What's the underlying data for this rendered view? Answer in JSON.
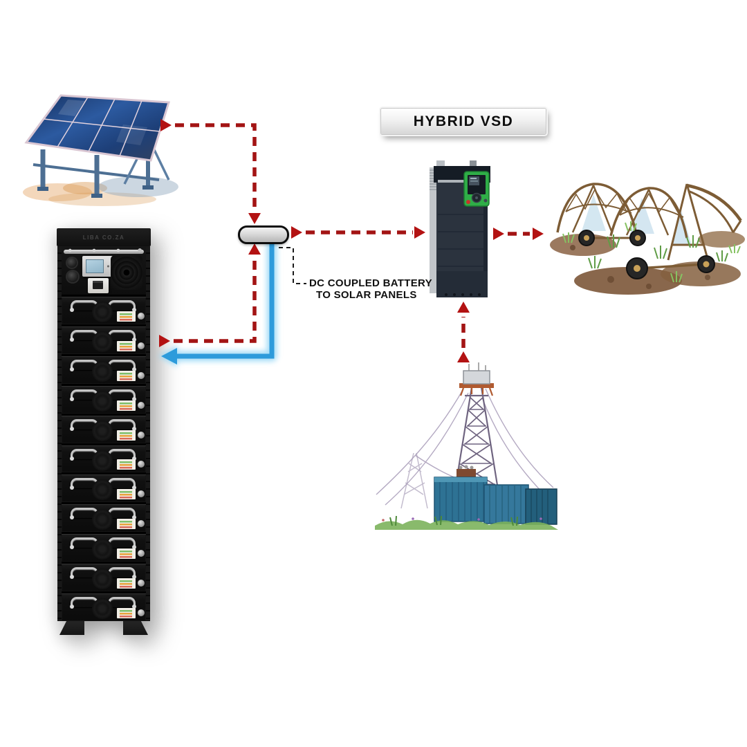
{
  "banner": {
    "label": "HYBRID VSD"
  },
  "annotation": {
    "line1": "DC COUPLED BATTERY",
    "line2": "TO SOLAR PANELS"
  },
  "battery_rack": {
    "brand_label": "LIBA CO.ZA",
    "module_count": 11
  },
  "components": {
    "solar": "solar-panel-array",
    "battery": "battery-storage-rack",
    "junction": "dc-bus-junction",
    "vsd": "hybrid-vsd-drive",
    "irrigation": "center-pivot-irrigation",
    "grid": "utility-grid-substation"
  },
  "colors": {
    "flow_red": "#a31414",
    "arrow_red": "#b31212",
    "charge_blue": "#2d9bdb",
    "charge_glow": "#8fd4f5",
    "vsd_green": "#2fae47",
    "annotation_black": "#1a1a1a"
  }
}
